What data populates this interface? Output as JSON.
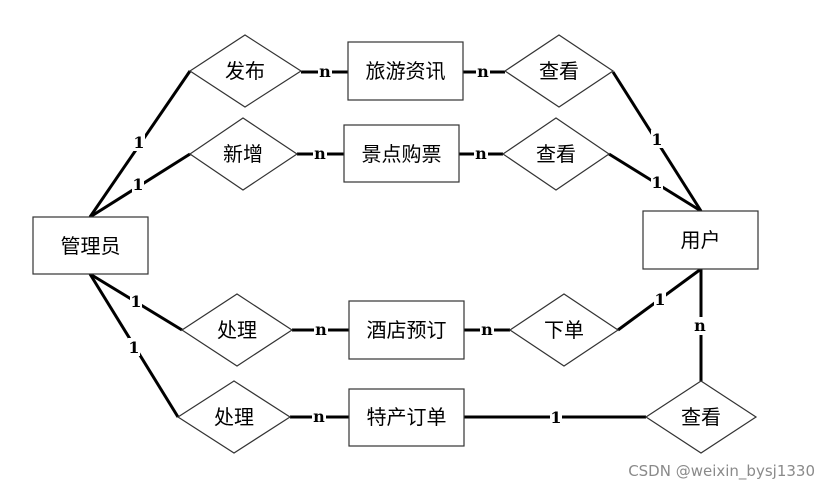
{
  "entities": {
    "admin": "管理员",
    "user": "用户",
    "travel_news": "旅游资讯",
    "attraction_ticket": "景点购票",
    "hotel_booking": "酒店预订",
    "specialty_order": "特产订单"
  },
  "relationships": {
    "publish": "发布",
    "view_news": "查看",
    "add": "新增",
    "view_ticket": "查看",
    "process_hotel": "处理",
    "place_order": "下单",
    "process_specialty": "处理",
    "view_specialty": "查看"
  },
  "cardinalities": {
    "admin_publish": "1",
    "publish_news": "n",
    "news_view": "n",
    "view_user_1": "1",
    "admin_add": "1",
    "add_ticket": "n",
    "ticket_view": "n",
    "view_user_2": "1",
    "admin_process_hotel": "1",
    "process_hotel_booking": "n",
    "booking_order": "n",
    "order_user": "1",
    "admin_process_specialty": "1",
    "process_specialty_order": "n",
    "specialty_view": "1",
    "view_user_3": "n"
  },
  "watermark": "CSDN @weixin_bysj1330"
}
